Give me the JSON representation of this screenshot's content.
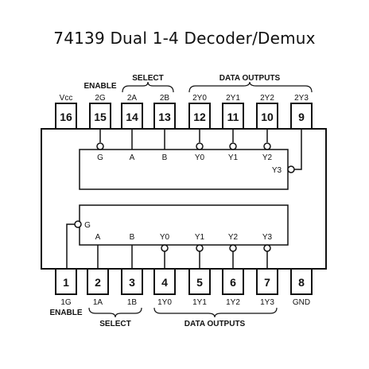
{
  "title": "74139 Dual 1-4 Decoder/Demux",
  "top_pins": [
    {
      "num": "16",
      "label": "Vcc"
    },
    {
      "num": "15",
      "label": "2G"
    },
    {
      "num": "14",
      "label": "2A"
    },
    {
      "num": "13",
      "label": "2B"
    },
    {
      "num": "12",
      "label": "2Y0"
    },
    {
      "num": "11",
      "label": "2Y1"
    },
    {
      "num": "10",
      "label": "2Y2"
    },
    {
      "num": "9",
      "label": "2Y3"
    }
  ],
  "bottom_pins": [
    {
      "num": "1",
      "label": "1G"
    },
    {
      "num": "2",
      "label": "1A"
    },
    {
      "num": "3",
      "label": "1B"
    },
    {
      "num": "4",
      "label": "1Y0"
    },
    {
      "num": "5",
      "label": "1Y1"
    },
    {
      "num": "6",
      "label": "1Y2"
    },
    {
      "num": "7",
      "label": "1Y3"
    },
    {
      "num": "8",
      "label": "GND"
    }
  ],
  "groups": {
    "enable": "ENABLE",
    "select": "SELECT",
    "data_outputs": "DATA OUTPUTS"
  },
  "decoder_top": {
    "g": "G",
    "a": "A",
    "b": "B",
    "y0": "Y0",
    "y1": "Y1",
    "y2": "Y2",
    "y3": "Y3"
  },
  "decoder_bottom": {
    "g": "G",
    "a": "A",
    "b": "B",
    "y0": "Y0",
    "y1": "Y1",
    "y2": "Y2",
    "y3": "Y3"
  }
}
